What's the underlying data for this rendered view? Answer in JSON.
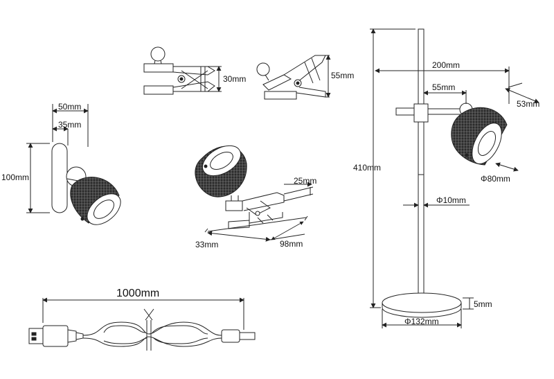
{
  "colors": {
    "line": "#222222",
    "shade": "#333333",
    "background": "#ffffff"
  },
  "dims": {
    "wall_width": "50mm",
    "wall_offset": "35mm",
    "wall_height": "100mm",
    "clip_open": "30mm",
    "clip_closed": "55mm",
    "clamp_jaw": "25mm",
    "clamp_depth": "33mm",
    "clamp_length": "98mm",
    "cable_length": "1000mm",
    "lamp_height": "410mm",
    "arm_reach": "200mm",
    "arm_offset": "55mm",
    "head_depth": "53mm",
    "head_diameter": "Φ80mm",
    "pole_diameter": "Φ10mm",
    "base_height": "5mm",
    "base_diameter": "Φ132mm"
  }
}
